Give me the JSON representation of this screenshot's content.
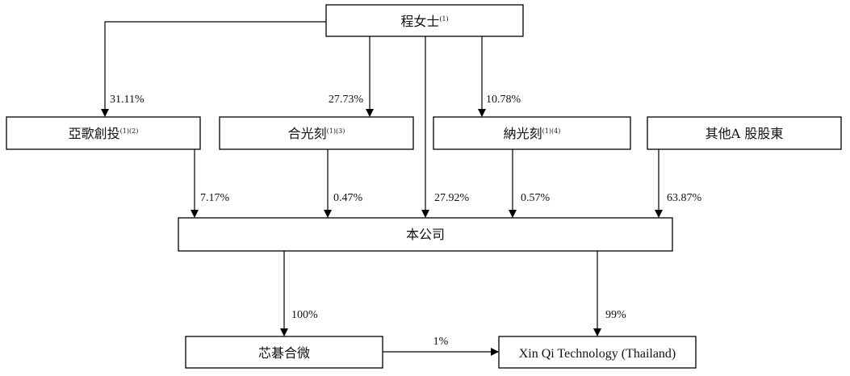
{
  "entities": {
    "top": {
      "name": "程女士",
      "note": "(1)"
    },
    "yage": {
      "name": "亞歌創投",
      "note": "(1)(2)"
    },
    "heguangke": {
      "name": "合光刻",
      "note": "(1)(3)"
    },
    "naguangke": {
      "name": "納光刻",
      "note": "(1)(4)"
    },
    "others": {
      "name": "其他A 股股東"
    },
    "company": {
      "name": "本公司"
    },
    "xinqi_hewei": {
      "name": "芯碁合微"
    },
    "thailand": {
      "name": "Xin Qi Technology (Thailand)"
    }
  },
  "edges": {
    "top_to_yage": "31.11%",
    "top_to_heguangke": "27.73%",
    "top_to_naguangke": "10.78%",
    "top_to_company": "27.92%",
    "yage_to_company": "7.17%",
    "heguangke_to_company": "0.47%",
    "naguangke_to_company": "0.57%",
    "others_to_company": "63.87%",
    "company_to_xinqi_hewei": "100%",
    "company_to_thailand": "99%",
    "xinqi_hewei_to_thailand": "1%"
  }
}
